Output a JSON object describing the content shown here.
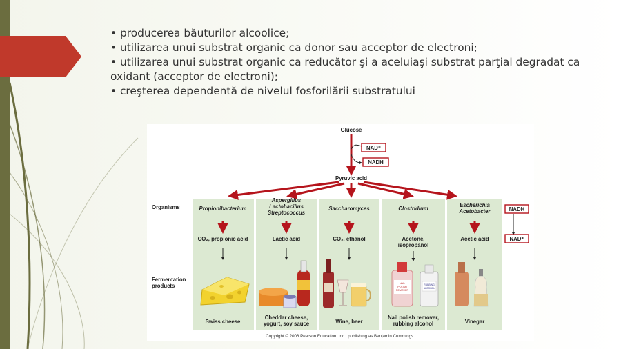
{
  "bullets": [
    "• producerea băuturilor alcoolice;",
    "• utilizarea unui substrat organic ca donor sau acceptor de electroni;",
    "• utilizarea unui substrat organic ca reducător şi a aceluiaşi substrat parţial degradat ca oxidant (acceptor de electroni);",
    "• creşterea dependentă de nivelul fosforilării substratului"
  ],
  "figure": {
    "glucose": "Glucose",
    "nad_plus": "NAD⁺",
    "nadh": "NADH",
    "pyruvic_acid": "Pyruvic acid",
    "row_organisms": "Organisms",
    "row_fermentation_1": "Fermentation",
    "row_fermentation_2": "products",
    "columns": [
      {
        "organism": [
          "Propionibacterium"
        ],
        "product": [
          "CO₂, propionic acid"
        ],
        "food": [
          "Swiss cheese"
        ]
      },
      {
        "organism": [
          "Aspergillus",
          "Lactobacillus",
          "Streptococcus"
        ],
        "product": [
          "Lactic acid"
        ],
        "food": [
          "Cheddar cheese,",
          "yogurt, soy sauce"
        ]
      },
      {
        "organism": [
          "Saccharomyces"
        ],
        "product": [
          "CO₂, ethanol"
        ],
        "food": [
          "Wine, beer"
        ]
      },
      {
        "organism": [
          "Clostridium"
        ],
        "product": [
          "Acetone,",
          "isopropanol"
        ],
        "food": [
          "Nail polish remover,",
          "rubbing alcohol"
        ]
      },
      {
        "organism": [
          "Escherichia",
          "Acetobacter"
        ],
        "product": [
          "Acetic acid"
        ],
        "food": [
          "Vinegar"
        ]
      }
    ],
    "side_nadh": "NADH",
    "side_nad_plus": "NAD⁺",
    "bottle_labels": {
      "nail_polish": [
        "NAIL",
        "POLISH",
        "REMOVER"
      ],
      "rubbing_alcohol": [
        "RUBBING",
        "ALCOHOL"
      ]
    },
    "copyright": "Copyright © 2006 Pearson Education, Inc., publishing as Benjamin Cummings."
  },
  "colors": {
    "accent_red": "#c0392b",
    "arrow_red": "#b5141c",
    "panel_green": "#dce9d2",
    "deco_olive": "#6b6d3f"
  }
}
